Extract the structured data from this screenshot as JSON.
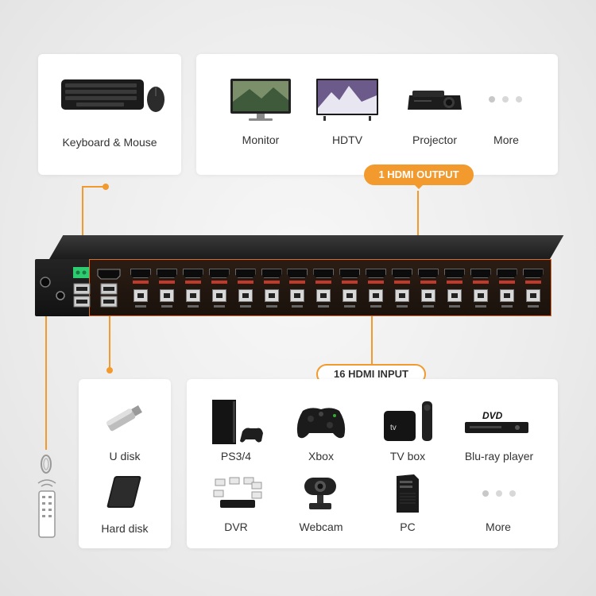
{
  "top_left": {
    "label": "Keyboard & Mouse"
  },
  "outputs": {
    "badge": "1 HDMI OUTPUT",
    "items": [
      {
        "label": "Monitor",
        "icon": "monitor-icon"
      },
      {
        "label": "HDTV",
        "icon": "tv-icon"
      },
      {
        "label": "Projector",
        "icon": "projector-icon"
      },
      {
        "label": "More",
        "icon": "more-dots-icon"
      }
    ]
  },
  "inputs": {
    "badge": "16 HDMI INPUT",
    "items": [
      {
        "label": "PS3/4",
        "icon": "console-icon"
      },
      {
        "label": "Xbox",
        "icon": "gamepad-icon"
      },
      {
        "label": "TV box",
        "icon": "tv-box-icon"
      },
      {
        "label": "Blu-ray player",
        "icon": "bluray-player-icon"
      },
      {
        "label": "DVR",
        "icon": "dvr-icon"
      },
      {
        "label": "Webcam",
        "icon": "webcam-icon"
      },
      {
        "label": "PC",
        "icon": "pc-tower-icon"
      },
      {
        "label": "More",
        "icon": "more-dots-icon"
      }
    ]
  },
  "storage": {
    "items": [
      {
        "label": "U disk",
        "icon": "usb-stick-icon"
      },
      {
        "label": "Hard disk",
        "icon": "hard-disk-icon"
      }
    ]
  },
  "device": {
    "port_count": 16,
    "dvd_logo": "DVD"
  },
  "colors": {
    "accent": "#f29a2e",
    "device": "#1a1a1a"
  }
}
